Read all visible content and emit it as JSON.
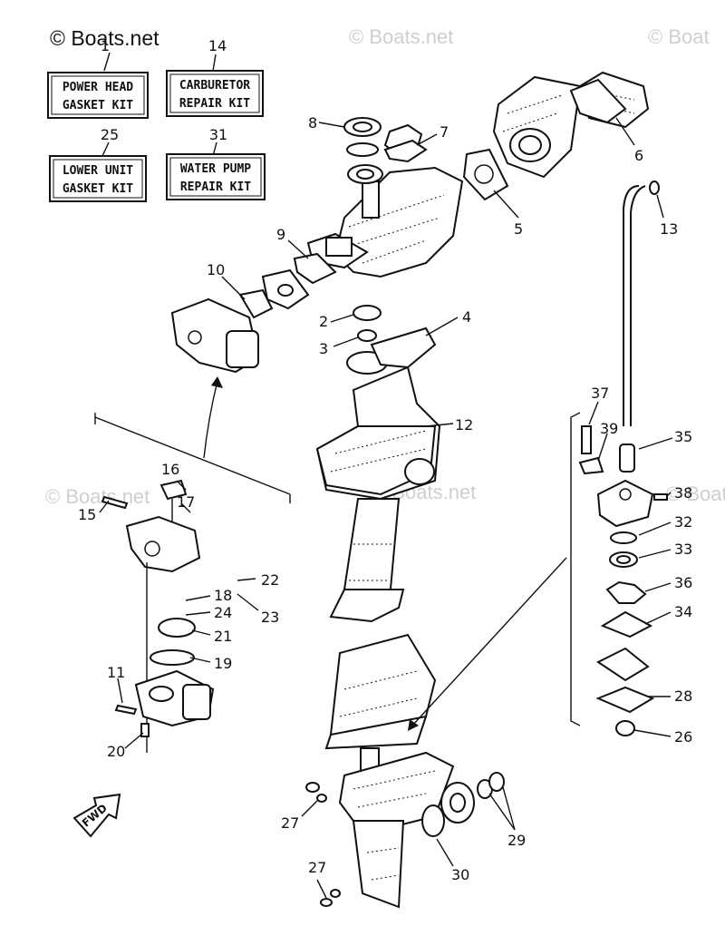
{
  "watermarks": {
    "main": "© Boats.net",
    "faint": "© Boats.net",
    "faint_partial": "© Boat"
  },
  "kits": [
    {
      "number": "1",
      "line1": "POWER HEAD",
      "line2": "GASKET KIT"
    },
    {
      "number": "14",
      "line1": "CARBURETOR",
      "line2": "REPAIR KIT"
    },
    {
      "number": "25",
      "line1": "LOWER UNIT",
      "line2": "GASKET KIT"
    },
    {
      "number": "31",
      "line1": "WATER PUMP",
      "line2": "REPAIR KIT"
    }
  ],
  "callouts": {
    "n2": "2",
    "n3": "3",
    "n4": "4",
    "n5": "5",
    "n6": "6",
    "n7": "7",
    "n8": "8",
    "n9": "9",
    "n10": "10",
    "n11": "11",
    "n12": "12",
    "n13": "13",
    "n15": "15",
    "n16": "16",
    "n17": "17",
    "n18": "18",
    "n19": "19",
    "n20": "20",
    "n21": "21",
    "n22": "22",
    "n23": "23",
    "n24": "24",
    "n26": "26",
    "n27a": "27",
    "n27b": "27",
    "n28": "28",
    "n29": "29",
    "n30": "30",
    "n32": "32",
    "n33": "33",
    "n34": "34",
    "n35": "35",
    "n36": "36",
    "n37": "37",
    "n38": "38",
    "n39": "39"
  },
  "fwd_label": "FWD"
}
